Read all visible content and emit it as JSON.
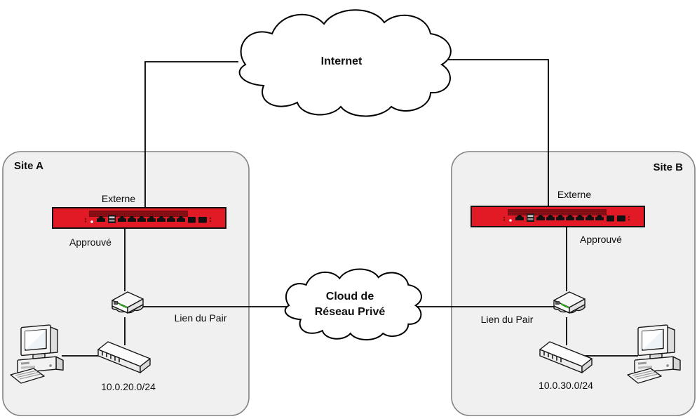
{
  "internet": {
    "label": "Internet"
  },
  "private_cloud": {
    "label_line1": "Cloud de",
    "label_line2": "Réseau Privé"
  },
  "site_a": {
    "title": "Site A",
    "external_interface_label": "Externe",
    "trusted_interface_label": "Approuvé",
    "peer_link_label": "Lien du Pair",
    "subnet": "10.0.20.0/24"
  },
  "site_b": {
    "title": "Site B",
    "external_interface_label": "Externe",
    "trusted_interface_label": "Approuvé",
    "peer_link_label": "Lien du Pair",
    "subnet": "10.0.30.0/24"
  },
  "icons": {
    "internet_cloud": "cloud-outline",
    "private_network_cloud": "cloud-outline",
    "firewall": "red-firewall-appliance",
    "router": "small-router-3d",
    "switch": "rack-switch-3d",
    "workstation": "desktop-computer-3d"
  },
  "colors": {
    "firewall_red": "#e11a26",
    "firewall_vent": "#7b0d13",
    "site_fill": "#f0f0f0",
    "site_border": "#828282",
    "line_black": "#000000",
    "led_green": "#3fae2a",
    "cloud_fill": "#ffffff"
  }
}
